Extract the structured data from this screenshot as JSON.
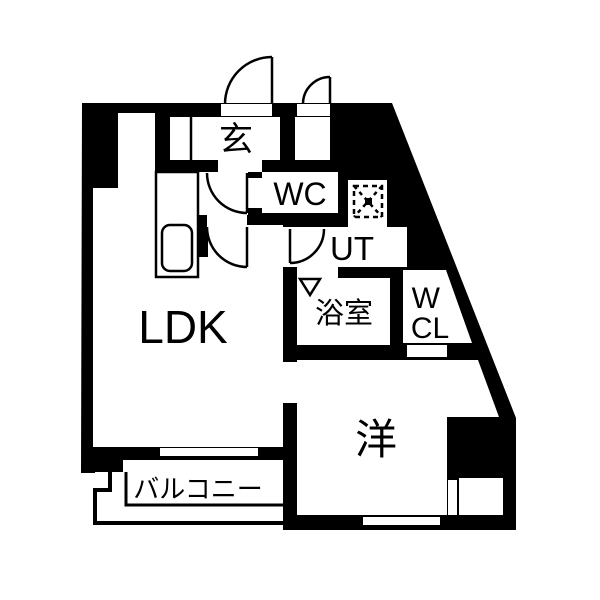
{
  "plan": {
    "type": "apartment-floor-plan",
    "colors": {
      "wall": "#000000",
      "floor": "#ffffff"
    },
    "rooms": {
      "ldk": {
        "label": "LDK"
      },
      "genkan": {
        "label": "玄"
      },
      "wc": {
        "label": "WC"
      },
      "ut": {
        "label": "UT"
      },
      "bath": {
        "label": "浴室"
      },
      "wcl": {
        "line1": "W",
        "line2": "CL"
      },
      "western": {
        "label": "洋"
      },
      "balcony": {
        "label": "バルコニー"
      }
    }
  }
}
